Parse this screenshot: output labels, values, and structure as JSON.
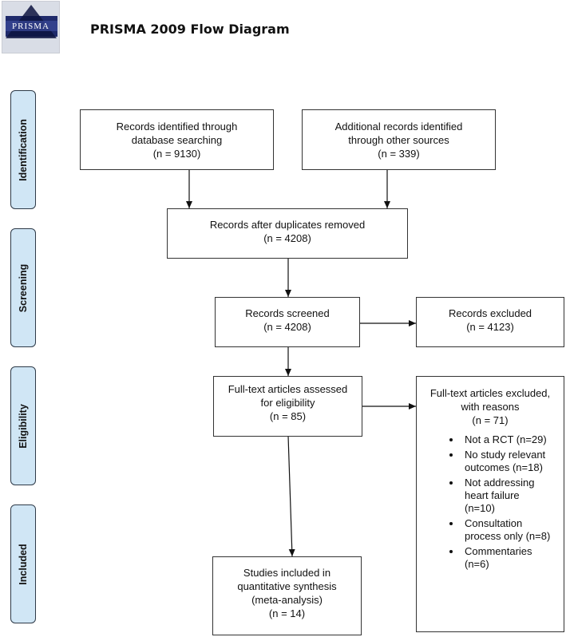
{
  "header": {
    "logo_text": "PRISMA",
    "title": "PRISMA 2009 Flow Diagram"
  },
  "stages": {
    "identification": "Identification",
    "screening": "Screening",
    "eligibility": "Eligibility",
    "included": "Included"
  },
  "boxes": {
    "database": [
      "Records identified through",
      "database searching",
      "(n = 9130)"
    ],
    "other_sources": [
      "Additional records identified",
      "through other sources",
      "(n = 339)"
    ],
    "after_duplicates": [
      "Records after duplicates removed",
      "(n = 4208)"
    ],
    "screened": [
      "Records screened",
      "(n = 4208)"
    ],
    "excluded": [
      "Records excluded",
      "(n = 4123)"
    ],
    "fulltext_assessed": [
      "Full-text articles assessed",
      "for eligibility",
      "(n = 85)"
    ],
    "fulltext_excluded": {
      "heading": [
        "Full-text articles excluded,",
        "with reasons",
        "(n = 71)"
      ],
      "reasons": [
        [
          "Not a RCT (n=29)"
        ],
        [
          "No study relevant",
          "outcomes (n=18)"
        ],
        [
          "Not addressing",
          "heart failure",
          "(n=10)"
        ],
        [
          "Consultation",
          "process only (n=8)"
        ],
        [
          "Commentaries",
          "(n=6)"
        ]
      ]
    },
    "included": [
      "Studies included in",
      "quantitative synthesis",
      "(meta-analysis)",
      "(n =  14)"
    ]
  },
  "colors": {
    "stage_fill": "#d0e6f5",
    "stage_border": "#2e3a48",
    "box_border": "#333333",
    "arrow": "#111111"
  }
}
